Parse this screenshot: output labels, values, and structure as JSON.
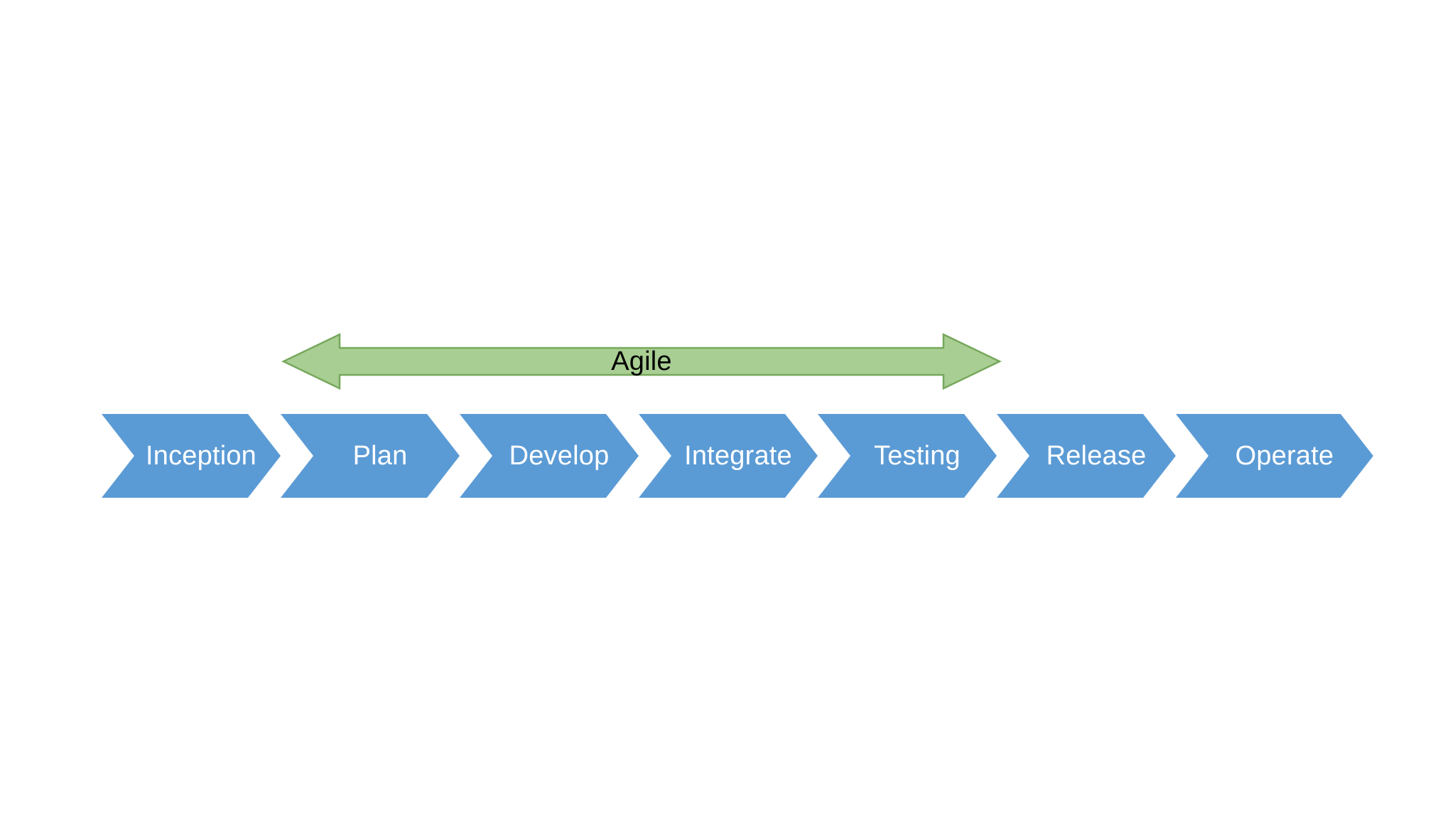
{
  "diagram": {
    "title": "Agile software delivery lifecycle chevron process diagram",
    "background_color": "#FFFFFF",
    "agile_arrow": {
      "label": "Agile",
      "icon": "double-headed-arrow-icon",
      "fill_color": "#A9CE93",
      "stroke_color": "#76A85C",
      "text_color": "#000000",
      "direction": "bidirectional",
      "spans_stages": [
        "Plan",
        "Develop",
        "Integrate",
        "Testing",
        "Release"
      ]
    },
    "process": {
      "type": "chevron-sequence",
      "fill_color": "#5B9BD5",
      "text_color": "#FFFFFF",
      "steps": [
        {
          "label": "Inception",
          "index": 1
        },
        {
          "label": "Plan",
          "index": 2
        },
        {
          "label": "Develop",
          "index": 3
        },
        {
          "label": "Integrate",
          "index": 4
        },
        {
          "label": "Testing",
          "index": 5
        },
        {
          "label": "Release",
          "index": 6
        },
        {
          "label": "Operate",
          "index": 7
        }
      ]
    }
  }
}
